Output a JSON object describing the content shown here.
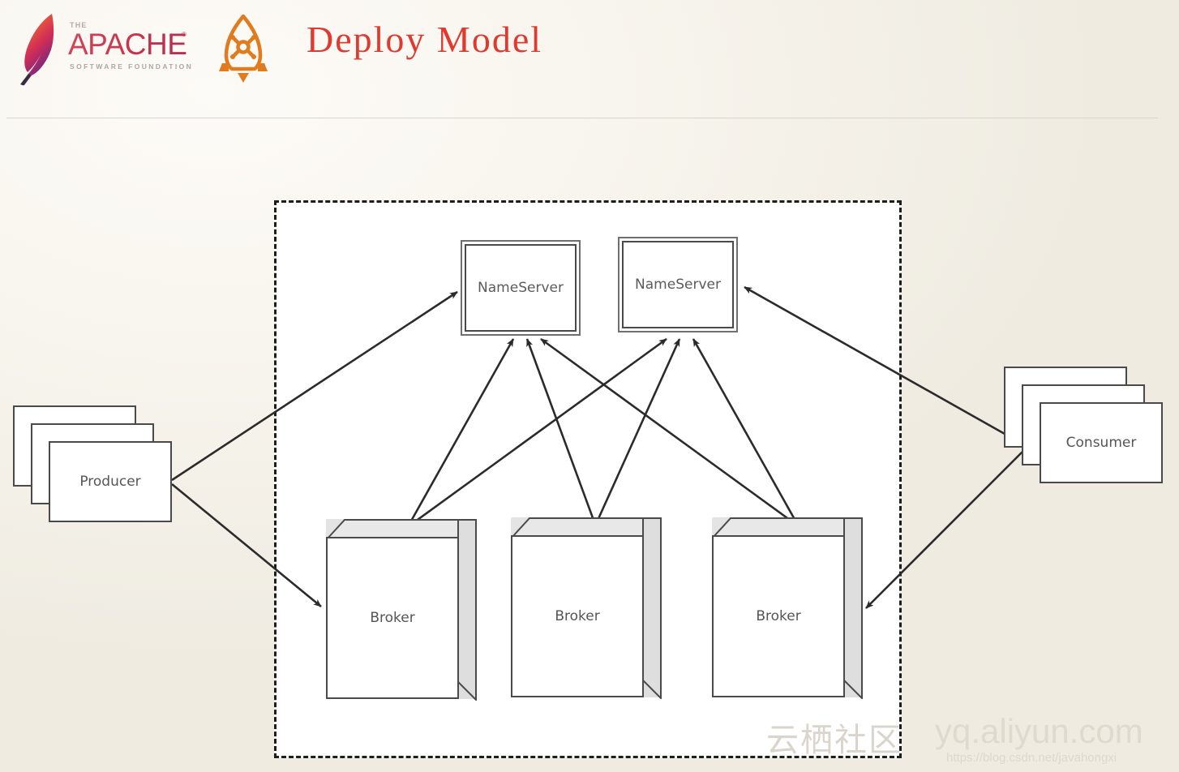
{
  "header": {
    "apache_logo": {
      "the": "THE",
      "name": "APACHE",
      "registered": "®",
      "subtitle": "SOFTWARE FOUNDATION",
      "icon": "apache-feather-icon"
    },
    "rocketmq_logo": {
      "icon": "rocketmq-rocket-icon"
    },
    "title": "Deploy Model",
    "title_color": "#e03a30"
  },
  "diagram": {
    "cluster_border_style": "dashed",
    "cluster_border_color": "#1d1d1d",
    "nodes": {
      "nameservers": [
        {
          "label": "NameServer"
        },
        {
          "label": "NameServer"
        }
      ],
      "brokers": [
        {
          "label": "Broker"
        },
        {
          "label": "Broker"
        },
        {
          "label": "Broker"
        }
      ],
      "producer": {
        "label": "Producer"
      },
      "consumer": {
        "label": "Consumer"
      }
    },
    "edges": [
      {
        "from": "producer",
        "to": "nameserver-1",
        "arrow": "end"
      },
      {
        "from": "producer",
        "to": "broker-1",
        "arrow": "end"
      },
      {
        "from": "consumer",
        "to": "nameserver-2",
        "arrow": "end"
      },
      {
        "from": "consumer",
        "to": "broker-3",
        "arrow": "end"
      },
      {
        "from": "broker-1",
        "to": "nameserver-1",
        "arrow": "end"
      },
      {
        "from": "broker-1",
        "to": "nameserver-2",
        "arrow": "end"
      },
      {
        "from": "broker-2",
        "to": "nameserver-1",
        "arrow": "end"
      },
      {
        "from": "broker-2",
        "to": "nameserver-2",
        "arrow": "end"
      },
      {
        "from": "broker-3",
        "to": "nameserver-1",
        "arrow": "end"
      },
      {
        "from": "broker-3",
        "to": "nameserver-2",
        "arrow": "end"
      }
    ],
    "edge_color": "#2b2b2b"
  },
  "watermark": {
    "cn_text": "云栖社区",
    "domain": "yq.aliyun.com",
    "url": "https://blog.csdn.net/javahongxi"
  }
}
